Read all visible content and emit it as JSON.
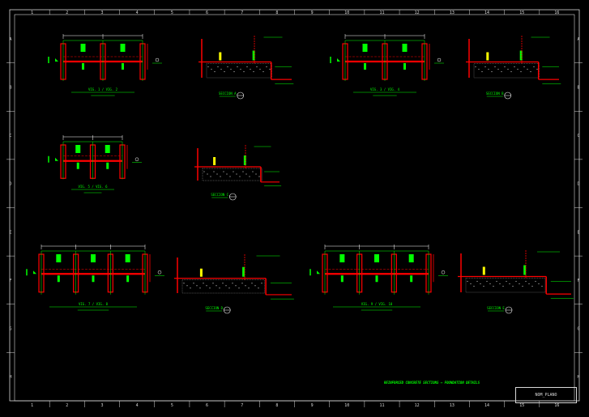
{
  "sheet": {
    "col_numbers": [
      "1",
      "2",
      "3",
      "4",
      "5",
      "6",
      "7",
      "8",
      "9",
      "10",
      "11",
      "12",
      "13",
      "14",
      "15",
      "16"
    ],
    "row_letters": [
      "A",
      "B",
      "C",
      "D",
      "E",
      "F",
      "G",
      "H"
    ],
    "sheet_title": "REINFORCED CONCRETE SECTIONS — FOUNDATION DETAILS",
    "title_block_text": "NOM_PLANO"
  },
  "colors": {
    "background": "#000000",
    "frame": "#d8d8d8",
    "concrete": "#ff0000",
    "annotation": "#00ff00",
    "rebar": "#ffff00",
    "dimension": "#ffffff",
    "hatch": "#bdbdbd"
  },
  "details": [
    {
      "id": "plan-1",
      "type": "plan",
      "cols": 2,
      "title_left": "VIG. 1",
      "title_right": "VIG. 2"
    },
    {
      "id": "section-1",
      "type": "section",
      "name": "SECCION A"
    },
    {
      "id": "plan-2",
      "type": "plan",
      "cols": 2,
      "title_left": "VIG. 3",
      "title_right": "VIG. 4"
    },
    {
      "id": "section-2",
      "type": "section",
      "name": "SECCION B"
    },
    {
      "id": "plan-3",
      "type": "plan",
      "cols": 2,
      "title_left": "VIG. 5",
      "title_right": "VIG. 6"
    },
    {
      "id": "section-3",
      "type": "section",
      "name": "SECCION C"
    },
    {
      "id": "plan-4",
      "type": "plan",
      "cols": 3,
      "title_left": "VIG. 7",
      "title_right": "VIG. 8"
    },
    {
      "id": "section-4",
      "type": "section",
      "name": "SECCION D"
    },
    {
      "id": "plan-5",
      "type": "plan",
      "cols": 3,
      "title_left": "VIG. 9",
      "title_right": "VIG. 10"
    },
    {
      "id": "section-5",
      "type": "section",
      "name": "SECCION E"
    }
  ]
}
